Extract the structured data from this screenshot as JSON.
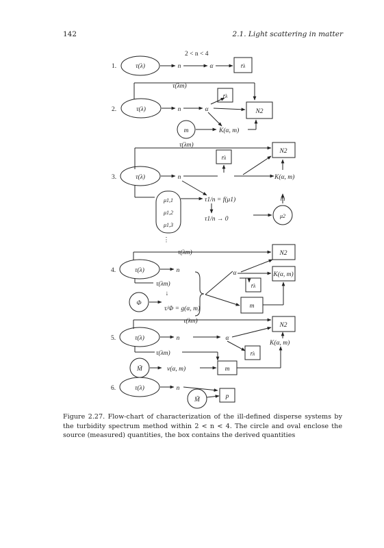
{
  "header": {
    "page_number": "142",
    "running_head": "2.1.  Light scattering in matter"
  },
  "diagram": {
    "range_label": "2 < n < 4",
    "rows": {
      "r1": {
        "number": "1.",
        "source": "τ(λ)",
        "n": "n",
        "alpha": "α",
        "result": "r̄λ"
      },
      "r2": {
        "number": "2.",
        "source": "τ(λ)",
        "tau_m": "τ(λm)",
        "n": "n",
        "alpha": "α",
        "rbar": "r̄λ",
        "N2": "N2",
        "m": "m",
        "K": "K(α, m)"
      },
      "r3": {
        "number": "3.",
        "source": "τ(λ)",
        "tau_m": "τ(λm)",
        "n": "n",
        "rbar": "r̄λ",
        "N2": "N2",
        "K": "K(α, m)",
        "m": "m",
        "mu1": "μ1,1",
        "mu2": "μ1,2",
        "mu3": "μ1,3",
        "eq1": "τ1/n = f(μ1)",
        "eq2": "τ1/n → 0",
        "mu2_out": "μ2",
        "ellipsis": "⋮"
      },
      "r4": {
        "number": "4.",
        "source": "τ(λ)",
        "tau_m_top": "τ(λm)",
        "n": "n",
        "tau_m_side": "τ(λm)",
        "down_arrow": "↓",
        "phi": "Φ",
        "eq": "τ/Φ = g(α, m)",
        "alpha": "α",
        "N2": "N2",
        "K": "K(α, m)",
        "rbar": "r̄λ",
        "m": "m"
      },
      "r5": {
        "number": "5.",
        "source": "τ(λ)",
        "tau_m_top": "τ(λm)",
        "n": "n",
        "alpha": "α",
        "N2": "N2",
        "K": "K(α, m)",
        "tau_m_side": "τ(λm)",
        "rbar": "r̄λ",
        "M": "M̃",
        "v": "v(α, m)",
        "m": "m"
      },
      "r6": {
        "number": "6.",
        "source": "τ(λ)",
        "n": "n",
        "M": "M̃",
        "p": "p"
      }
    }
  },
  "caption": "Figure 2.27.  Flow-chart of characterization of the ill-defined disperse systems by the turbidity spectrum method within 2 < n < 4. The circle and oval enclose the source (measured) quantities, the box contains the derived quantities"
}
